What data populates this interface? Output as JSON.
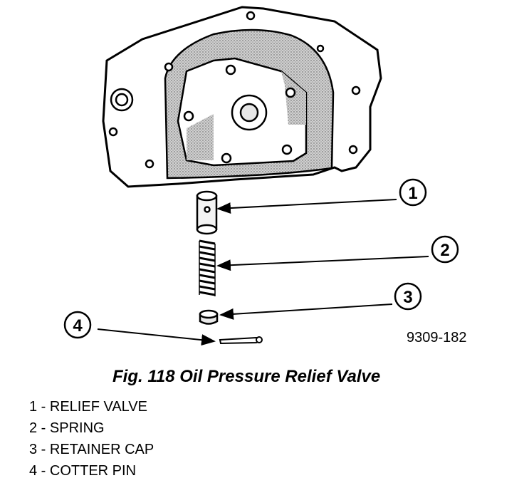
{
  "figure": {
    "reference_code": "9309-182",
    "caption": "Fig. 118 Oil Pressure Relief Valve"
  },
  "callouts": [
    {
      "number": "1",
      "part": "relief-valve"
    },
    {
      "number": "2",
      "part": "spring"
    },
    {
      "number": "3",
      "part": "retainer-cap"
    },
    {
      "number": "4",
      "part": "cotter-pin"
    }
  ],
  "legend": [
    "1 - RELIEF VALVE",
    "2 - SPRING",
    "3 - RETAINER CAP",
    "4 - COTTER PIN"
  ]
}
